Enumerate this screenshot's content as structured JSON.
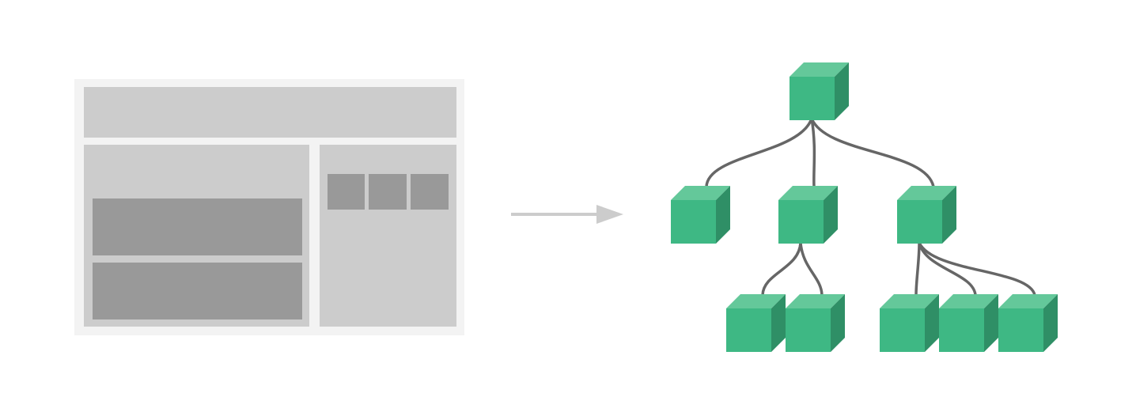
{
  "colors": {
    "background": "#ffffff",
    "frame": "#f3f3f3",
    "panel_light": "#cccccc",
    "panel_dark": "#999999",
    "arrow": "#cccccc",
    "cube_front": "#3eb884",
    "cube_top": "#64c89a",
    "cube_side": "#2f8f66",
    "connector": "#666666"
  },
  "layout_wireframe": {
    "header": "header-block",
    "main_blocks": [
      "content-block-1",
      "content-block-2"
    ],
    "sidebar_tiles": [
      "tile-1",
      "tile-2",
      "tile-3"
    ]
  },
  "component_tree": {
    "root": "root",
    "children": [
      {
        "id": "child-1",
        "children": []
      },
      {
        "id": "child-2",
        "children": [
          "leaf-1",
          "leaf-2"
        ]
      },
      {
        "id": "child-3",
        "children": [
          "leaf-3",
          "leaf-4",
          "leaf-5"
        ]
      }
    ]
  }
}
